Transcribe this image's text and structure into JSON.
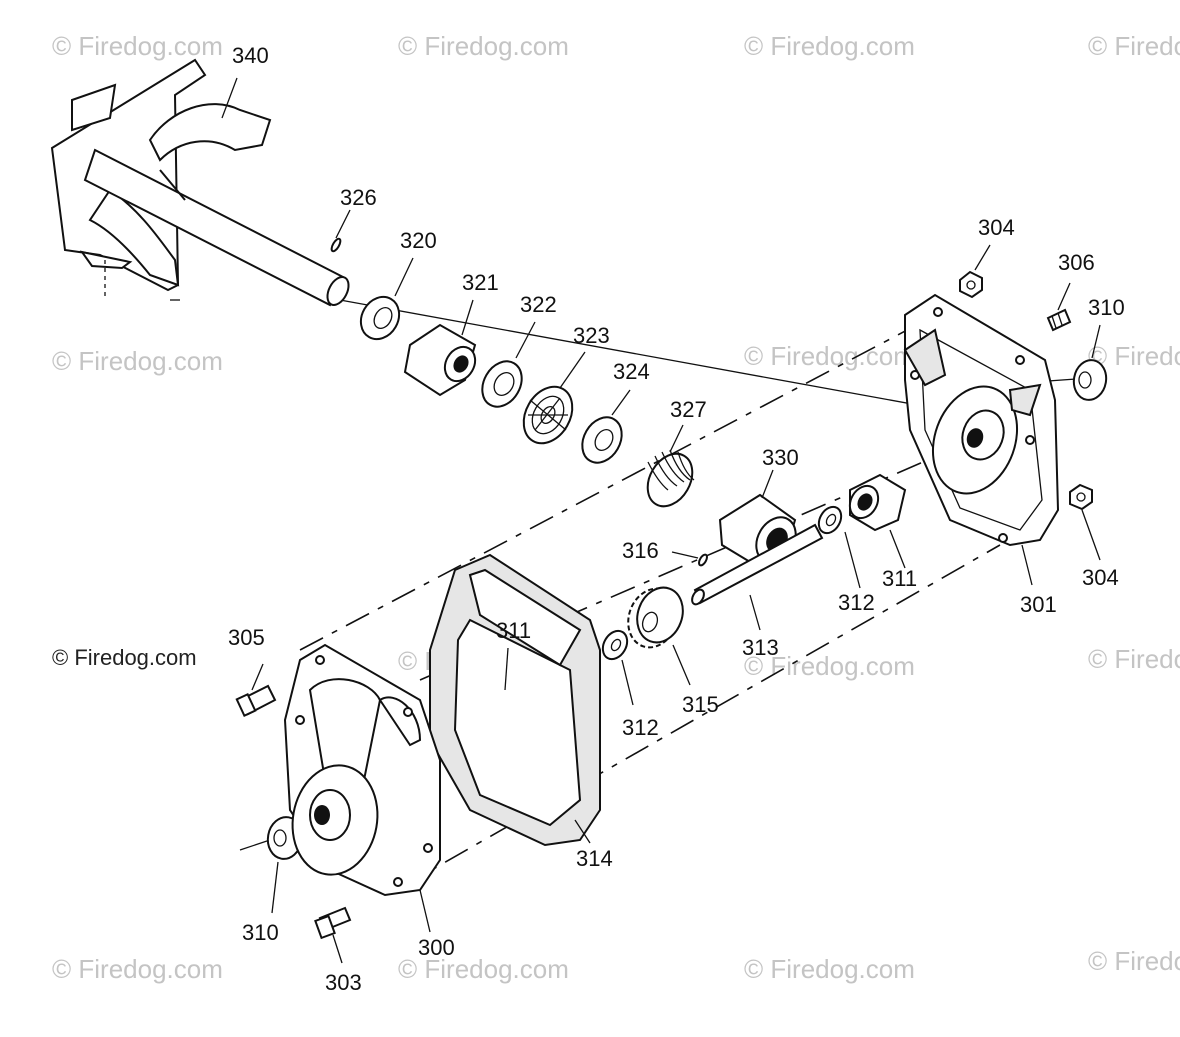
{
  "watermarks": [
    "© Firedog.com",
    "© Firedog.com",
    "© Firedog.com",
    "© Firedog",
    "© Firedog.com",
    "© Firedog.com",
    "© Firedog",
    "© Firedog.com",
    "© Firedog.com",
    "© Firedog",
    "© Firedog.com",
    "© Firedog.com",
    "© Firedog.com",
    "© Firedog"
  ],
  "watermark_main": "© Firedog.com",
  "parts": {
    "p340": "340",
    "p326": "326",
    "p320": "320",
    "p321": "321",
    "p322": "322",
    "p323": "323",
    "p324": "324",
    "p327": "327",
    "p330": "330",
    "p304a": "304",
    "p306": "306",
    "p310a": "310",
    "p304b": "304",
    "p301": "301",
    "p311a": "311",
    "p312a": "312",
    "p313": "313",
    "p316": "316",
    "p315": "315",
    "p312b": "312",
    "p311b": "311",
    "p314": "314",
    "p305": "305",
    "p310b": "310",
    "p300": "300",
    "p303": "303"
  }
}
